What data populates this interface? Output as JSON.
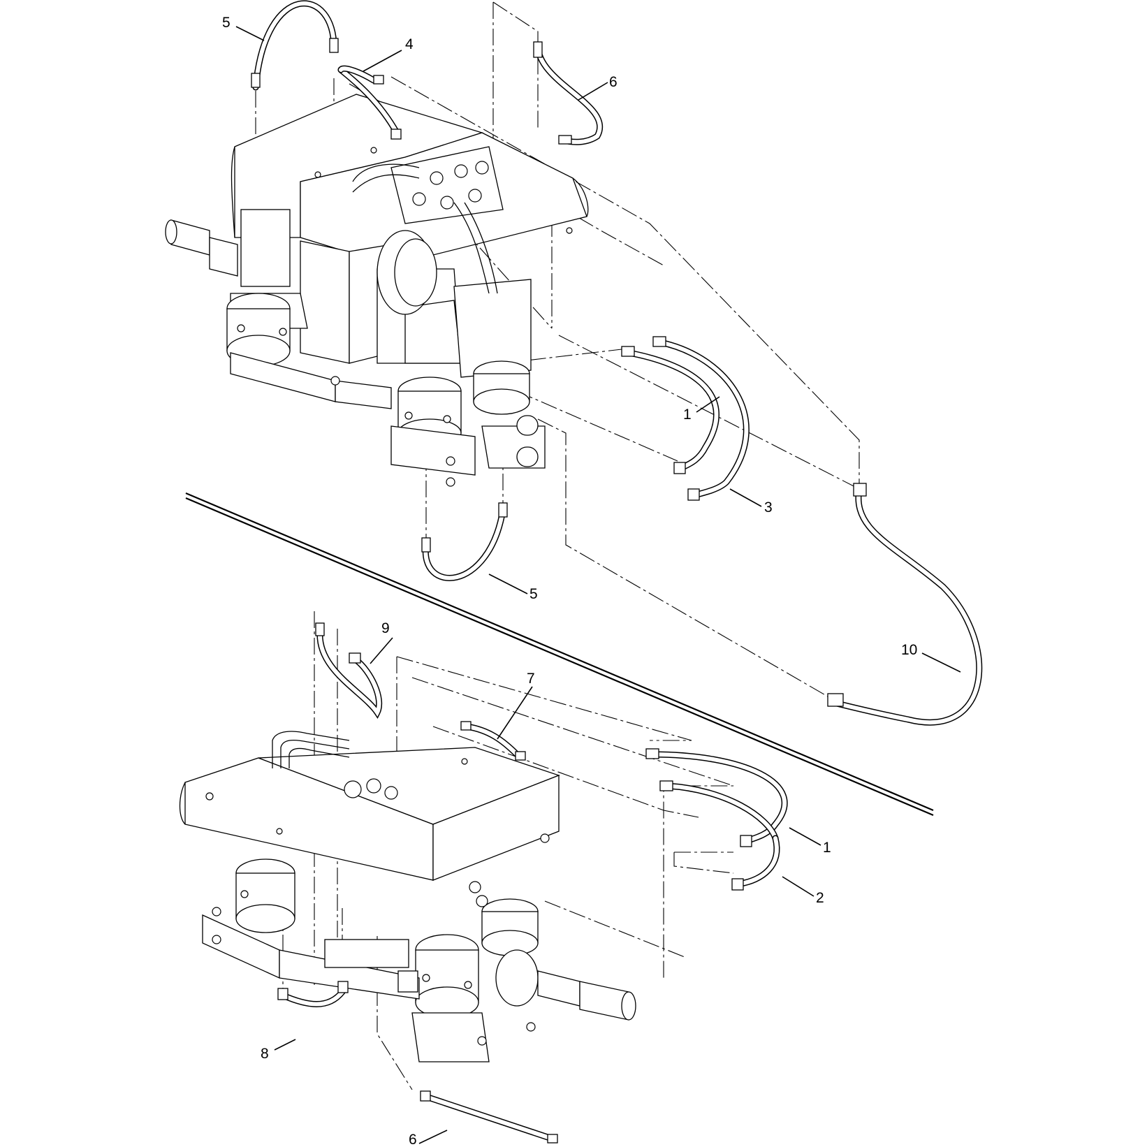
{
  "callouts": {
    "top_view": {
      "hose_1": "1",
      "hose_3": "3",
      "hose_4": "4",
      "hose_5_upper": "5",
      "hose_5_lower": "5",
      "hose_6": "6",
      "hose_10": "10"
    },
    "bottom_view": {
      "hose_1": "1",
      "hose_2": "2",
      "hose_6": "6",
      "hose_7": "7",
      "hose_8": "8",
      "hose_9": "9"
    }
  }
}
